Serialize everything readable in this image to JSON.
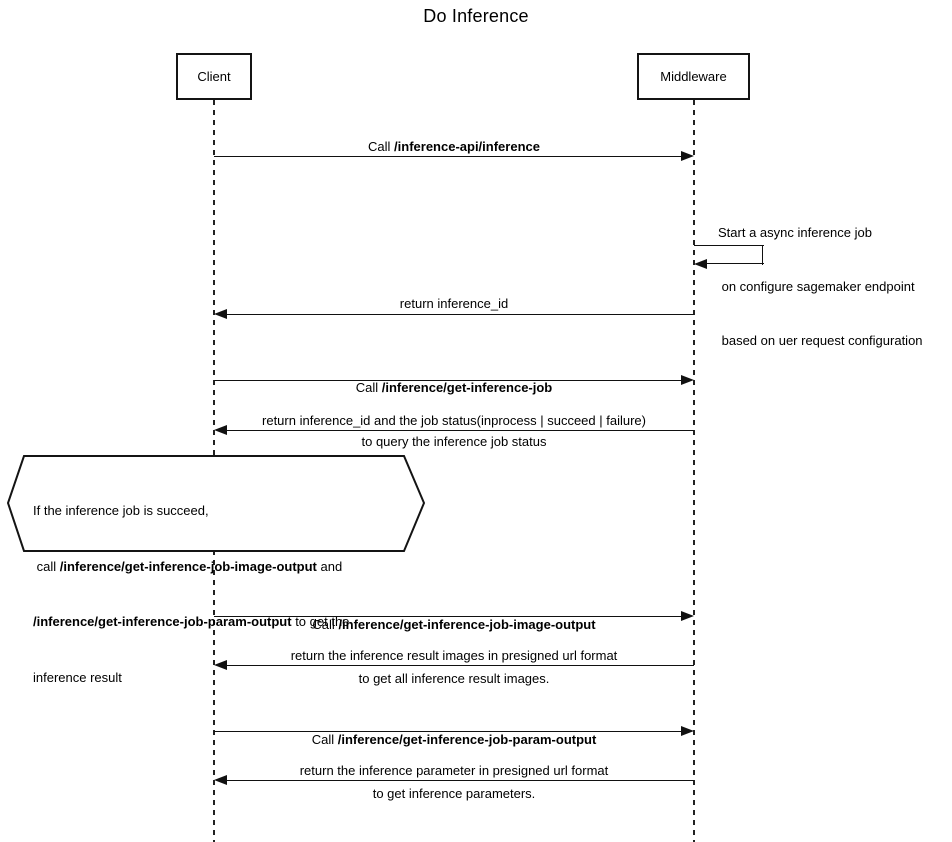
{
  "title": "Do Inference",
  "actors": {
    "client": "Client",
    "middleware": "Middleware"
  },
  "colors": {
    "background": "#ffffff",
    "line": "#111111",
    "border": "#141414"
  },
  "messages": {
    "call_inference": {
      "pre": "Call ",
      "bold": "/inference-api/inference"
    },
    "self_note": {
      "line1": "Start a async inference job",
      "line2": " on configure sagemaker endpoint",
      "line3": " based on uer request configuration"
    },
    "return_inference_id": {
      "text": "return inference_id"
    },
    "call_get_job": {
      "pre": "Call ",
      "bold": "/inference/get-inference-job",
      "line2": "to query the inference job status"
    },
    "return_job_status": {
      "text": "return inference_id and the job status(inprocess | succeed | failure)"
    },
    "call_image_output": {
      "pre": "Call ",
      "bold": "/inference/get-inference-job-image-output",
      "line2": "to get all inference result images."
    },
    "return_images": {
      "text": "return the inference result images in presigned url format"
    },
    "call_param_output": {
      "pre": "Call ",
      "bold": "/inference/get-inference-job-param-output",
      "line2": "to get inference parameters."
    },
    "return_params": {
      "text": "return the inference parameter in presigned url format"
    }
  },
  "note": {
    "line1": "If the inference job is succeed,",
    "line2_pre": " call ",
    "line2_bold": "/inference/get-inference-job-image-output",
    "line2_post": " and",
    "line3_bold": "/inference/get-inference-job-param-output",
    "line3_post": " to get the",
    "line4": "inference result"
  }
}
